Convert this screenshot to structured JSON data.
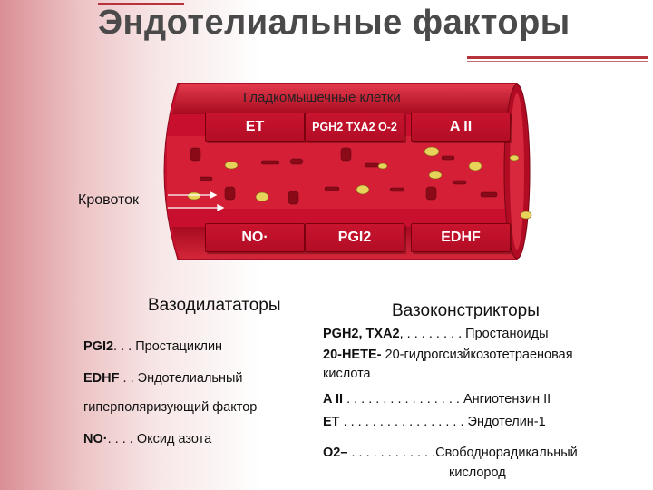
{
  "title": "Эндотелиальные факторы",
  "vessel": {
    "top_label": "Гладкомышечные клетки",
    "flow_label": "Кровоток",
    "top_boxes": [
      {
        "text": "ET"
      },
      {
        "text": "PGH2 TXA2 O-2"
      },
      {
        "text": "A II"
      }
    ],
    "bottom_boxes": [
      {
        "text": "NO·"
      },
      {
        "text": "PGI2"
      },
      {
        "text": "EDHF"
      }
    ]
  },
  "vasodilators": {
    "heading": "Вазодилататоры",
    "items": [
      {
        "abbr": "PGI2",
        "dots": ". . .",
        "desc": "Простациклин"
      },
      {
        "abbr": "EDHF",
        "dots": ". .",
        "desc": "Эндотелиальный"
      },
      {
        "abbr": "",
        "dots": "",
        "desc": "гиперполяризующий фактор"
      },
      {
        "abbr": "NO·",
        "dots": ". . . .",
        "desc": "Оксид азота"
      }
    ]
  },
  "vasoconstrictors": {
    "heading": "Вазоконстрикторы",
    "items": [
      {
        "abbr": "PGH2, TXA2",
        "dots": ", . . . . . . . .",
        "desc": "Простаноиды"
      },
      {
        "abbr": "20-HETE-",
        "dots": "",
        "desc": "20-гидрогсизйкозотетраеновая"
      },
      {
        "abbr": "",
        "dots": "",
        "desc": "кислота"
      },
      {
        "abbr": "A II",
        "dots": ". . . . . . . . . . . . . . . .",
        "desc": "Ангиотензин II"
      },
      {
        "abbr": "ET",
        "dots": ". . . . . . . . . . . . . . . . .",
        "desc": "Эндотелин-1"
      },
      {
        "abbr": "O2–",
        "dots": ". . . . . . . . . . . .",
        "desc": "Свободнорадикальный"
      },
      {
        "abbr": "",
        "dots": "",
        "desc": "кислород"
      }
    ]
  },
  "colors": {
    "vessel": "#c8102e",
    "lumen": "#d41f36",
    "title": "#4a4a4a",
    "accent_line": "#b8323c"
  }
}
